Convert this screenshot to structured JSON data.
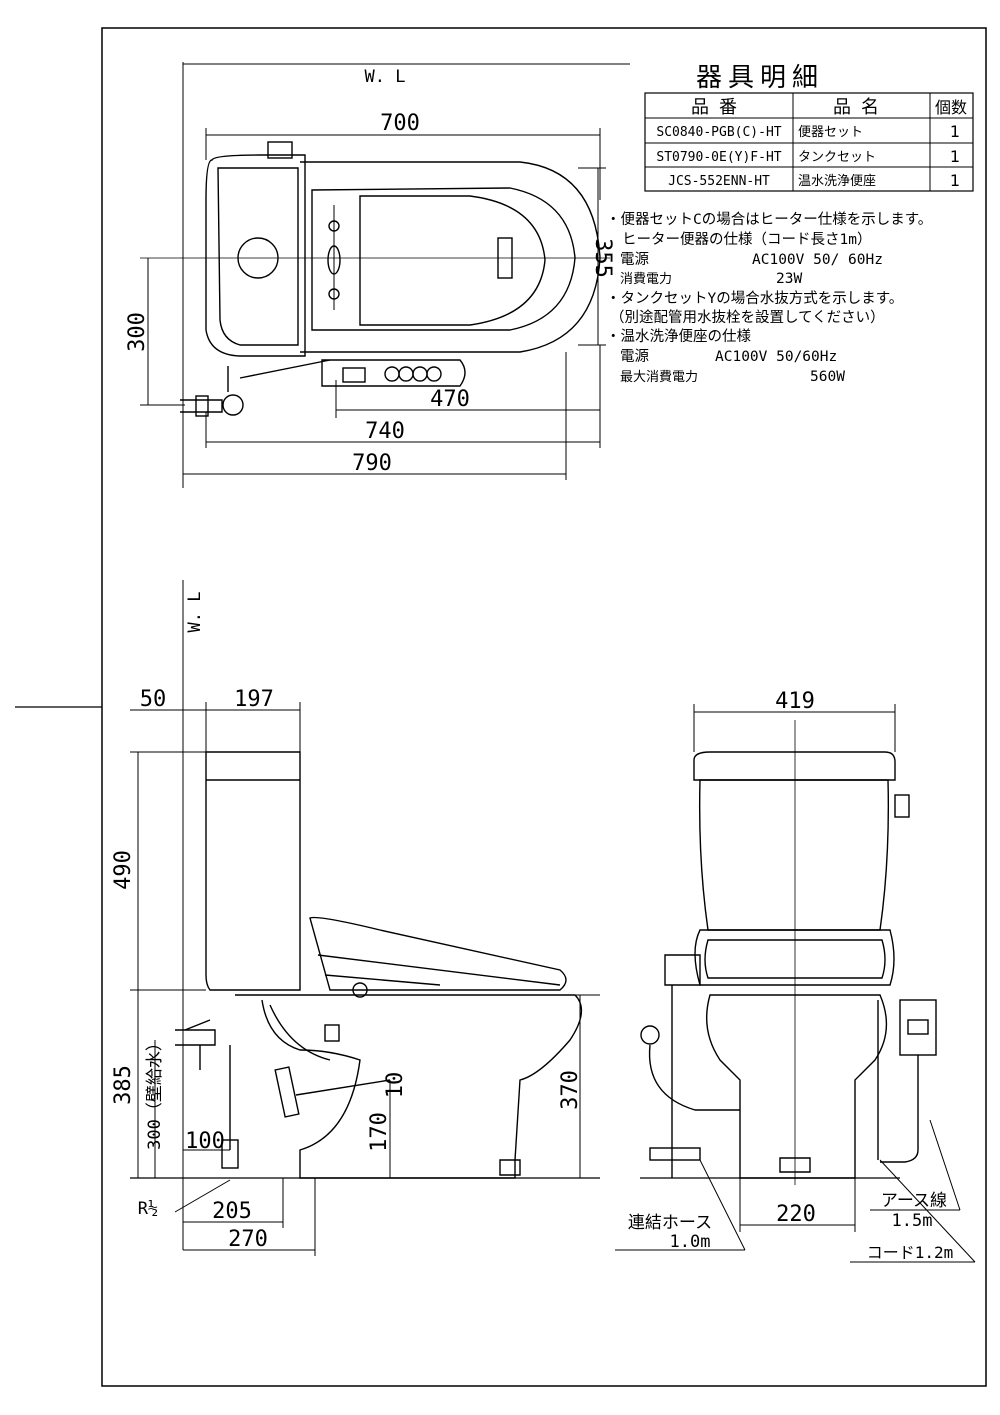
{
  "table": {
    "title": "器具明細",
    "headers": {
      "part_no": "品番",
      "name": "品名",
      "qty": "個数"
    },
    "rows": [
      {
        "part_no": "SC0840-PGB(C)-HT",
        "name": "便器セット",
        "qty": "1"
      },
      {
        "part_no": "ST0790-0E(Y)F-HT",
        "name": "タンクセット",
        "qty": "1"
      },
      {
        "part_no": "JCS-552ENN-HT",
        "name": "温水洗浄便座",
        "qty": "1"
      }
    ]
  },
  "notes": [
    "・便器セットCの場合はヒーター仕様を示します。",
    "ヒーター便器の仕様（コード長さ1m）",
    "電源",
    "AC100V  50/ 60Hz",
    "消費電力",
    "23W",
    "・タンクセットYの場合水抜方式を示します。",
    "（別途配管用水抜栓を設置してください）",
    "・温水洗浄便座の仕様",
    "電源",
    "AC100V 50/60Hz",
    "最大消費電力",
    "560W"
  ],
  "labels": {
    "wl_top": "W. L",
    "wl_side": "W. L",
    "wall_water": "300（壁給水）",
    "r_half": "R½",
    "hose": "連結ホース",
    "hose_len": "1.0m",
    "earth": "アース線",
    "earth_len": "1.5m",
    "cord": "コード1.2m"
  },
  "dims": {
    "d700": "700",
    "d355": "355",
    "d300": "300",
    "d470": "470",
    "d740": "740",
    "d790": "790",
    "d50": "50",
    "d197": "197",
    "d490": "490",
    "d385": "385",
    "d370": "370",
    "d100": "100",
    "d170": "170",
    "d10": "10",
    "d205": "205",
    "d270": "270",
    "d419": "419",
    "d220": "220"
  }
}
